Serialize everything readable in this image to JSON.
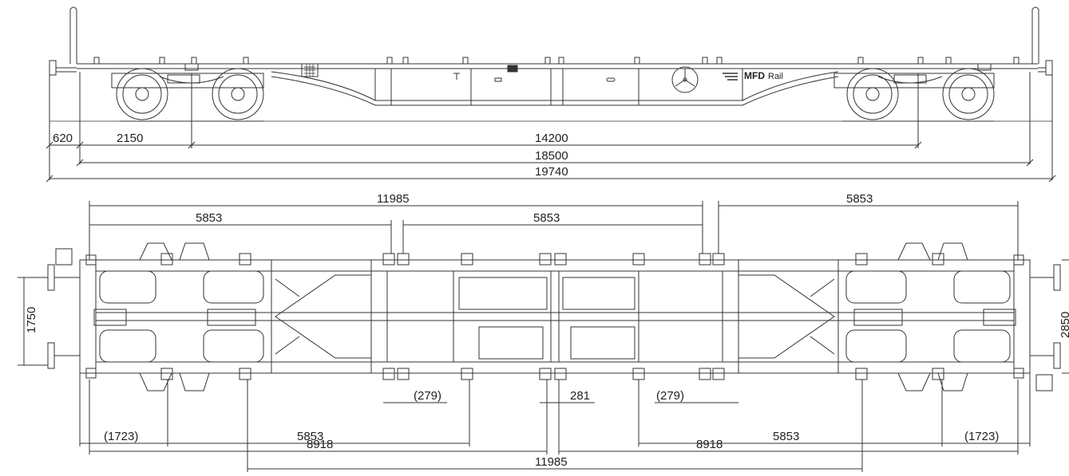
{
  "drawing": {
    "brand": {
      "logo_main": "MFD",
      "logo_sub": "Rail"
    },
    "side_view": {
      "dimensions": {
        "end_overhang": "620",
        "bogie_half": "2150",
        "bogie_centers": "14200",
        "frame_length": "18500",
        "length_over_buffers": "19740"
      }
    },
    "top_view": {
      "dimensions": {
        "top_span_left": "11985",
        "top_left_segment": "5853",
        "top_mid_segment": "5853",
        "top_right_segment": "5853",
        "buffer_spacing": "1750",
        "width": "2850",
        "left_279": "(279)",
        "center_281": "281",
        "right_279": "(279)",
        "left_1723": "(1723)",
        "left_5853": "5853",
        "right_5853": "5853",
        "right_1723": "(1723)",
        "left_8918": "8918",
        "right_8918": "8918",
        "bottom_span": "11985"
      }
    },
    "colors": {
      "line": "#333333",
      "text": "#222222",
      "background": "#ffffff"
    }
  }
}
